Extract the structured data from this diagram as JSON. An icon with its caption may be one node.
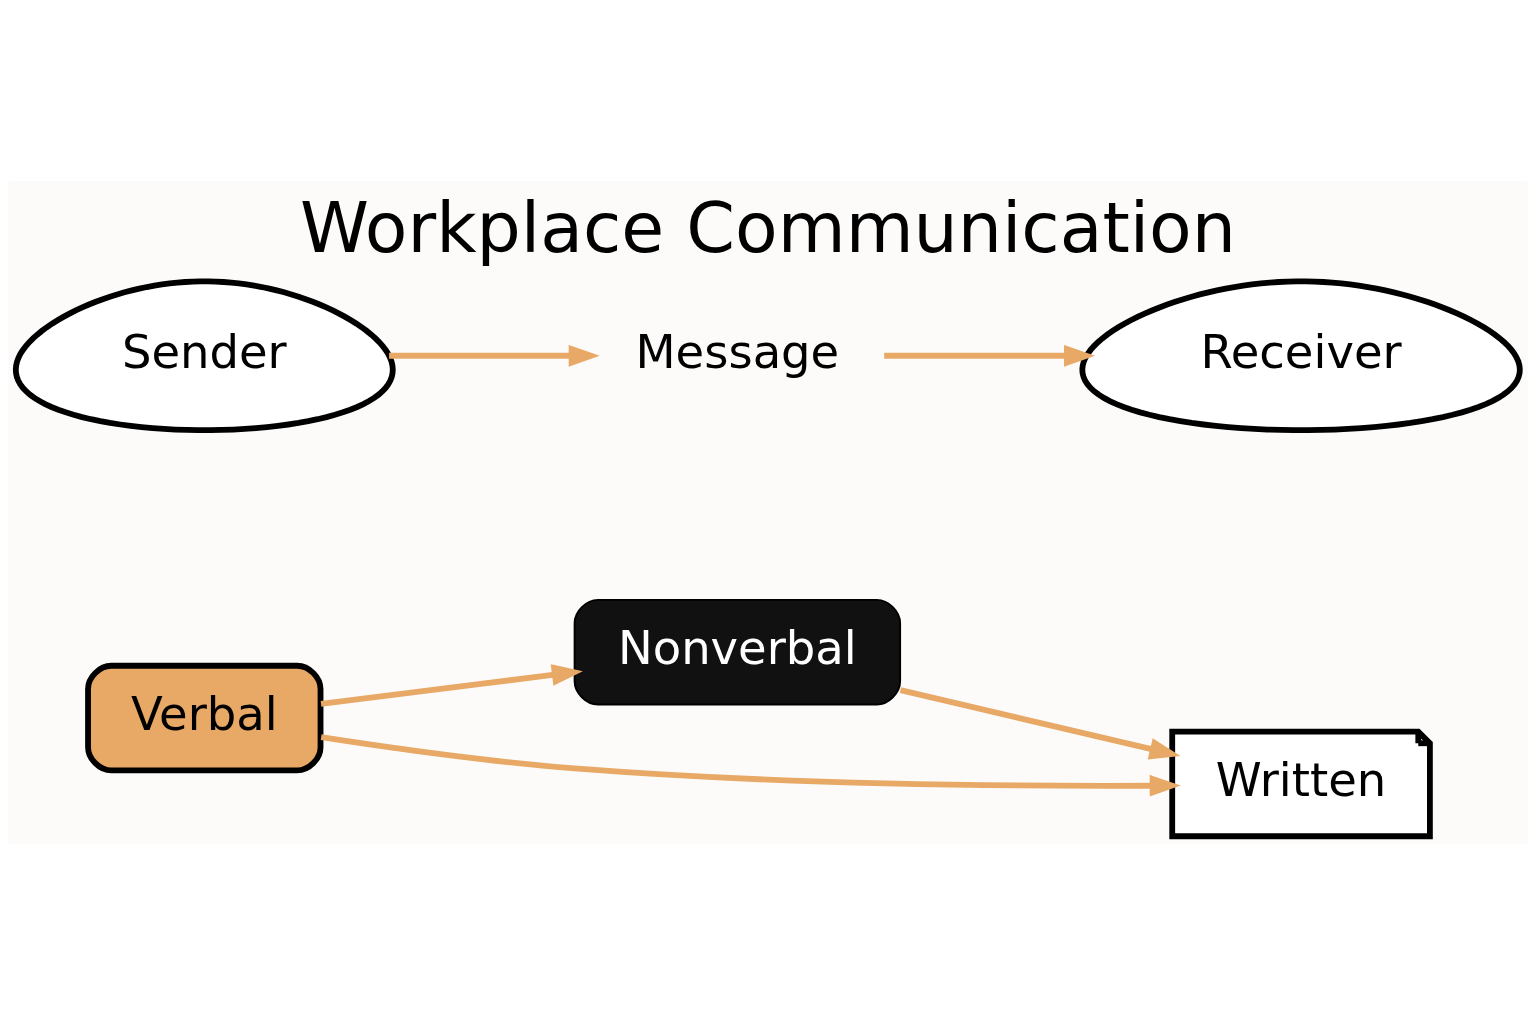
{
  "diagram": {
    "title": "Workplace Communication",
    "nodes": [
      {
        "text": [
          "Verbal"
        ]
      },
      {
        "text": [
          "Nonverbal"
        ]
      },
      {
        "text": [
          "Written"
        ]
      },
      {
        "text": [
          "Sender"
        ]
      },
      {
        "text": [
          "Message"
        ]
      },
      {
        "text": [
          "Receiver"
        ]
      }
    ],
    "edges": [
      {
        "from": 0,
        "to": 1,
        "arrow": "to"
      },
      {
        "from": 1,
        "to": 2,
        "arrow": "to"
      },
      {
        "from": 0,
        "to": 2,
        "arrow": "to"
      },
      {
        "from": 3,
        "to": 4,
        "arrow": "to"
      },
      {
        "from": 4,
        "to": 5,
        "arrow": "to"
      }
    ]
  }
}
